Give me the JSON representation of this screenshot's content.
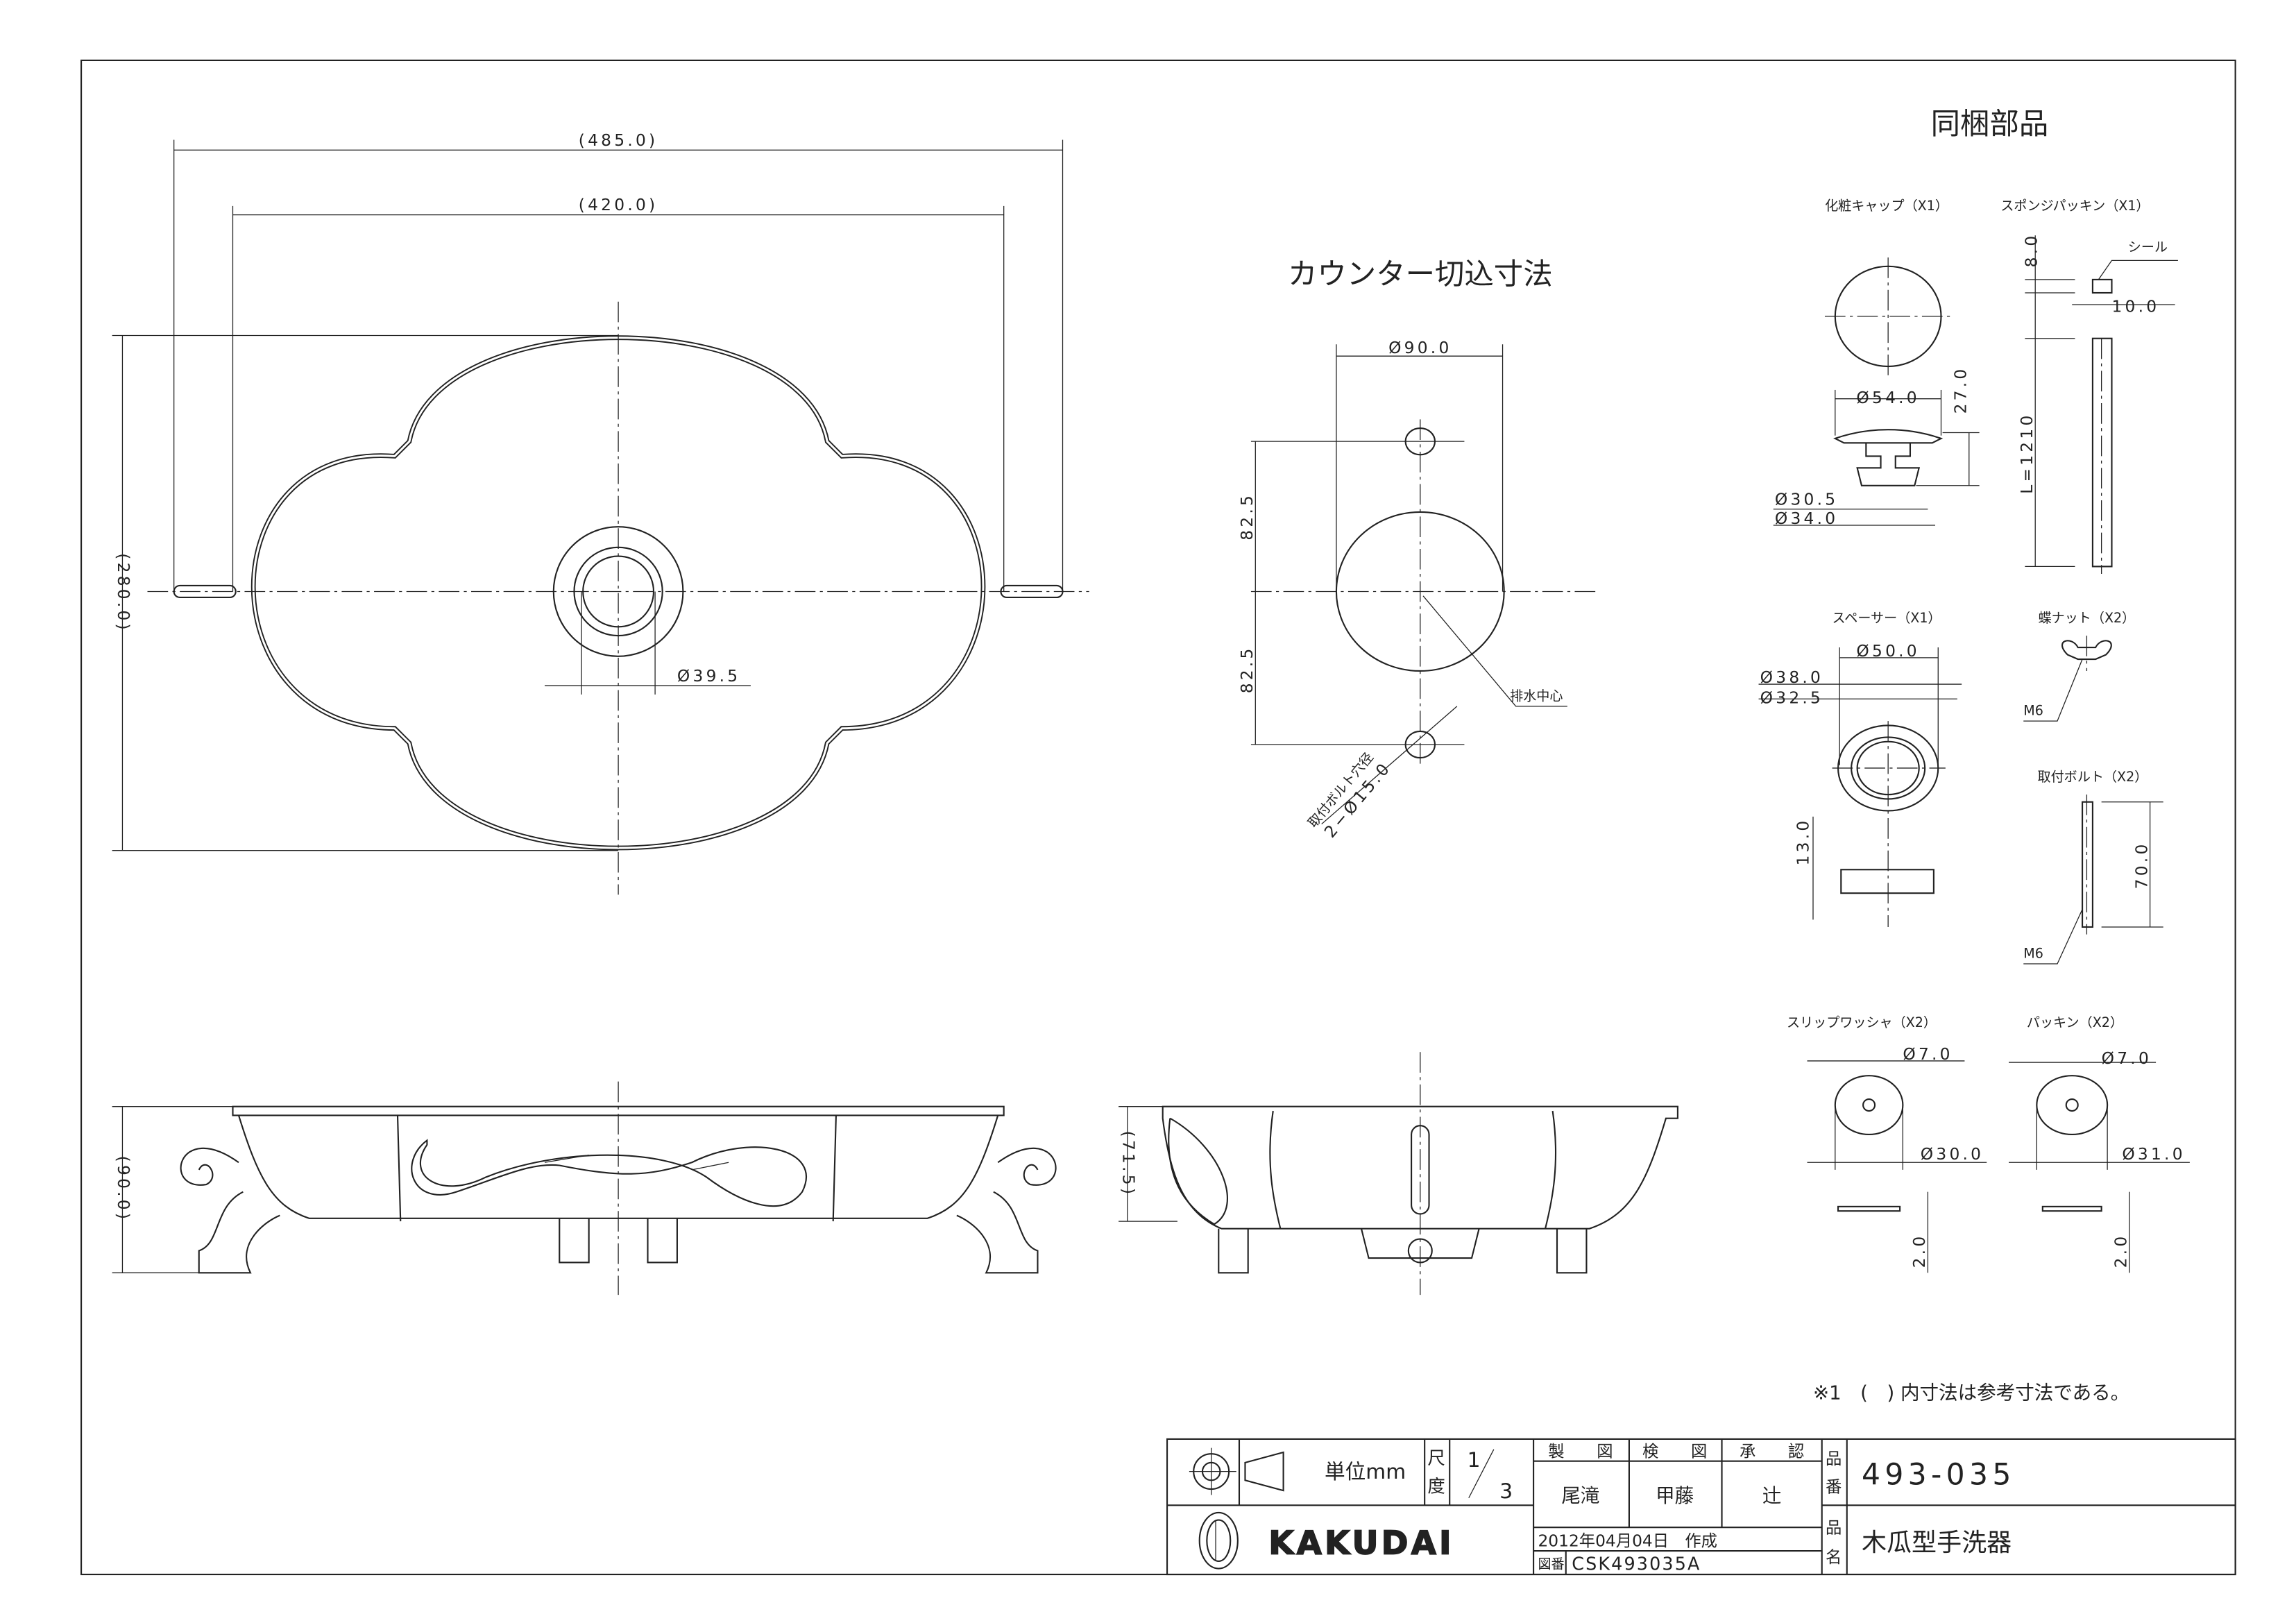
{
  "top_view": {
    "dim_overall": "(485.0)",
    "dim_inner": "(420.0)",
    "dim_depth": "(280.0)",
    "dim_drain": "Ø39.5"
  },
  "cutout": {
    "title": "カウンター切込寸法",
    "dim_dia": "Ø90.0",
    "dim_upper": "82.5",
    "dim_lower": "82.5",
    "drain_center": "排水中心",
    "bolt_hole_label": "取付ボルト穴径",
    "bolt_hole_dim": "2−Ø15.0"
  },
  "front_view": {
    "dim_height": "(90.0)"
  },
  "side_view": {
    "dim_height": "(71.5)"
  },
  "parts": {
    "title": "同梱部品",
    "cap": {
      "label": "化粧キャップ（X1）",
      "dia": "Ø54.0",
      "height": "27.0",
      "dia_inner": "Ø30.5",
      "dia_outer": "Ø34.0"
    },
    "sponge": {
      "label": "スポンジパッキン（X1）",
      "thickness": "8.0",
      "seal": "シール",
      "width": "10.0",
      "length": "L=1210"
    },
    "spacer": {
      "label": "スペーサー（X1）",
      "dia": "Ø50.0",
      "dia_mid": "Ø38.0",
      "dia_inner": "Ø32.5",
      "height": "13.0"
    },
    "wing_nut": {
      "label": "蝶ナット（X2）",
      "thread": "M6"
    },
    "bolt": {
      "label": "取付ボルト（X2）",
      "length": "70.0",
      "thread": "M6"
    },
    "slip_washer": {
      "label": "スリップワッシャ（X2）",
      "hole": "Ø7.0",
      "dia": "Ø30.0",
      "thickness": "2.0"
    },
    "packing": {
      "label": "パッキン（X2）",
      "hole": "Ø7.0",
      "dia": "Ø31.0",
      "thickness": "2.0"
    }
  },
  "note": "※1　(　) 内寸法は参考寸法である。",
  "title_block": {
    "unit": "単位mm",
    "scale_label_1": "尺",
    "scale_label_2": "度",
    "scale_num": "1",
    "scale_den": "3",
    "drafted_label": "製　　図",
    "checked_label": "検　　図",
    "approved_label": "承　　認",
    "drafter": "尾滝",
    "checker": "甲藤",
    "approver": "辻",
    "date": "2012年04月04日　作成",
    "drawing_no_label": "図番",
    "drawing_no": "CSK493035A",
    "product_no_label_1": "品",
    "product_no_label_2": "番",
    "product_no": "493-035",
    "product_name_label_1": "品",
    "product_name_label_2": "名",
    "product_name": "木瓜型手洗器",
    "logo": "KAKUDAI"
  }
}
